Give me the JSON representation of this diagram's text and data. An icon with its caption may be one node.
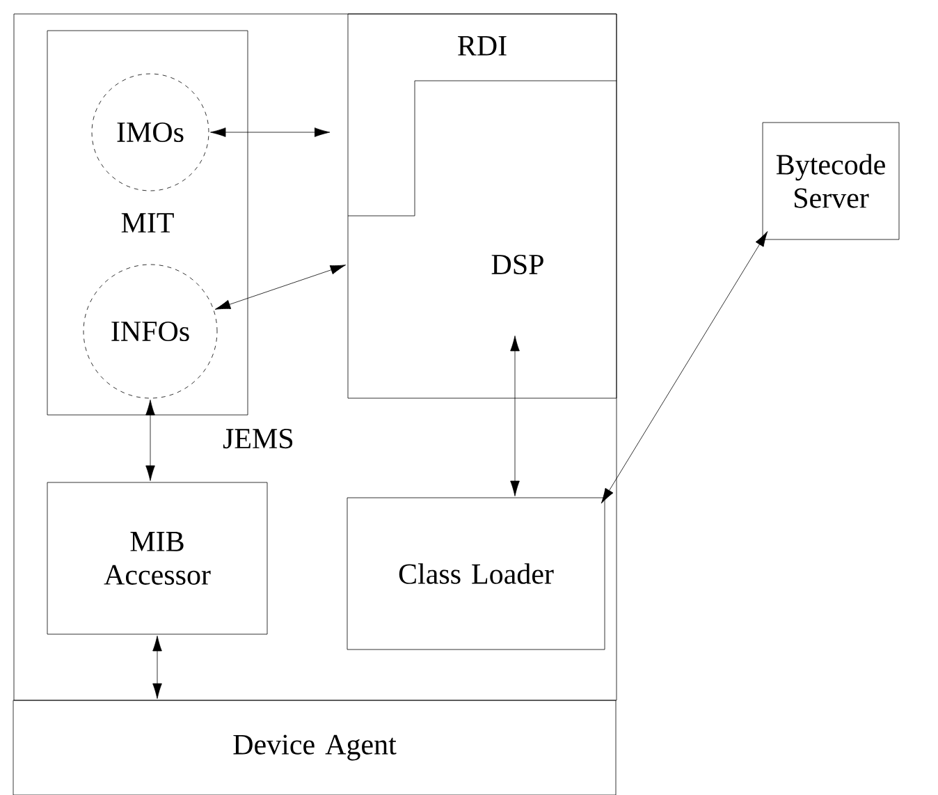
{
  "diagram": {
    "nodes": [
      {
        "text": [
          "JEMS"
        ]
      },
      {
        "text": [
          "MIT"
        ],
        "in": 0
      },
      {
        "text": [
          "IMOs"
        ],
        "in": 1
      },
      {
        "text": [
          "INFOs"
        ],
        "in": 1
      },
      {
        "text": [
          "RDI"
        ],
        "in": 0
      },
      {
        "text": [
          "DSP"
        ],
        "in": 4
      },
      {
        "text": [
          "MIB Accessor"
        ],
        "in": 0
      },
      {
        "text": [
          "Class Loader"
        ],
        "in": 0
      },
      {
        "text": [
          "Device Agent"
        ]
      },
      {
        "text": [
          "Bytecode Server"
        ]
      }
    ],
    "edges": [
      {
        "from": 2,
        "to": 4,
        "arrow": "both"
      },
      {
        "from": 3,
        "to": 5,
        "arrow": "both"
      },
      {
        "from": 3,
        "to": 6,
        "arrow": "both"
      },
      {
        "from": 5,
        "to": 7,
        "arrow": "both"
      },
      {
        "from": 9,
        "to": 7,
        "arrow": "both"
      },
      {
        "from": 6,
        "to": 8,
        "arrow": "both"
      }
    ]
  }
}
